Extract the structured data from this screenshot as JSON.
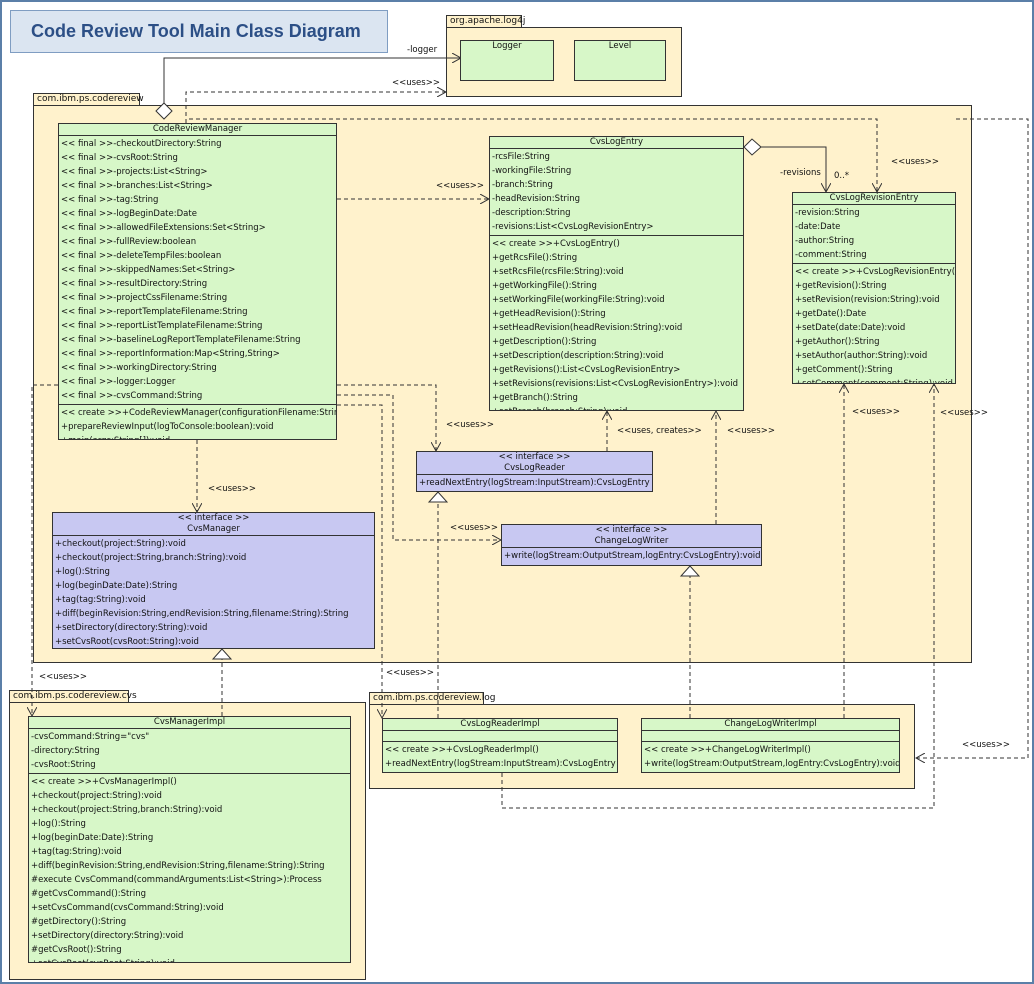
{
  "title": "Code Review Tool Main Class Diagram",
  "packages": {
    "log4j": "org.apache.log4j",
    "codereview": "com.ibm.ps.codereview",
    "cvs": "com.ibm.ps.codereview.cvs",
    "log": "com.ibm.ps.codereview.log"
  },
  "classes": {
    "logger": {
      "name": "Logger"
    },
    "level": {
      "name": "Level"
    },
    "codeReviewManager": {
      "name": "CodeReviewManager",
      "attributes": [
        "<< final >>-checkoutDirectory:String",
        "<< final >>-cvsRoot:String",
        "<< final >>-projects:List<String>",
        "<< final >>-branches:List<String>",
        "<< final >>-tag:String",
        "<< final >>-logBeginDate:Date",
        "<< final >>-allowedFileExtensions:Set<String>",
        "<< final >>-fullReview:boolean",
        "<< final >>-deleteTempFiles:boolean",
        "<< final >>-skippedNames:Set<String>",
        "<< final >>-resultDirectory:String",
        "<< final >>-projectCssFilename:String",
        "<< final >>-reportTemplateFilename:String",
        "<< final >>-reportListTemplateFilename:String",
        "<< final >>-baselineLogReportTemplateFilename:String",
        "<< final >>-reportInformation:Map<String,String>",
        "<< final >>-workingDirectory:String",
        "<< final >>-logger:Logger",
        "<< final >>-cvsCommand:String"
      ],
      "operations": [
        "<< create >>+CodeReviewManager(configurationFilename:String)",
        "+prepareReviewInput(logToConsole:boolean):void",
        "+main(args:String[]):void"
      ]
    },
    "cvsLogEntry": {
      "name": "CvsLogEntry",
      "attributes": [
        "-rcsFile:String",
        "-workingFile:String",
        "-branch:String",
        "-headRevision:String",
        "-description:String",
        "-revisions:List<CvsLogRevisionEntry>"
      ],
      "operations": [
        "<< create >>+CvsLogEntry()",
        "+getRcsFile():String",
        "+setRcsFile(rcsFile:String):void",
        "+getWorkingFile():String",
        "+setWorkingFile(workingFile:String):void",
        "+getHeadRevision():String",
        "+setHeadRevision(headRevision:String):void",
        "+getDescription():String",
        "+setDescription(description:String):void",
        "+getRevisions():List<CvsLogRevisionEntry>",
        "+setRevisions(revisions:List<CvsLogRevisionEntry>):void",
        "+getBranch():String",
        "+setBranch(branch:String):void"
      ]
    },
    "cvsLogRevisionEntry": {
      "name": "CvsLogRevisionEntry",
      "attributes": [
        "-revision:String",
        "-date:Date",
        "-author:String",
        "-comment:String"
      ],
      "operations": [
        "<< create >>+CvsLogRevisionEntry()",
        "+getRevision():String",
        "+setRevision(revision:String):void",
        "+getDate():Date",
        "+setDate(date:Date):void",
        "+getAuthor():String",
        "+setAuthor(author:String):void",
        "+getComment():String",
        "+setComment(comment:String):void"
      ]
    },
    "cvsLogReader": {
      "stereotype": "<< interface >>",
      "name": "CvsLogReader",
      "operations": [
        "+readNextEntry(logStream:InputStream):CvsLogEntry"
      ]
    },
    "changeLogWriter": {
      "stereotype": "<< interface >>",
      "name": "ChangeLogWriter",
      "operations": [
        "+write(logStream:OutputStream,logEntry:CvsLogEntry):void"
      ]
    },
    "cvsManager": {
      "stereotype": "<< interface >>",
      "name": "CvsManager",
      "operations": [
        "+checkout(project:String):void",
        "+checkout(project:String,branch:String):void",
        "+log():String",
        "+log(beginDate:Date):String",
        "+tag(tag:String):void",
        "+diff(beginRevision:String,endRevision:String,filename:String):String",
        "+setDirectory(directory:String):void",
        "+setCvsRoot(cvsRoot:String):void"
      ]
    },
    "cvsManagerImpl": {
      "name": "CvsManagerImpl",
      "attributes": [
        "-cvsCommand:String=\"cvs\"",
        "-directory:String",
        "-cvsRoot:String"
      ],
      "operations": [
        "<< create >>+CvsManagerImpl()",
        "+checkout(project:String):void",
        "+checkout(project:String,branch:String):void",
        "+log():String",
        "+log(beginDate:Date):String",
        "+tag(tag:String):void",
        "+diff(beginRevision:String,endRevision:String,filename:String):String",
        "#execute CvsCommand(commandArguments:List<String>):Process",
        "#getCvsCommand():String",
        "+setCvsCommand(cvsCommand:String):void",
        "#getDirectory():String",
        "+setDirectory(directory:String):void",
        "#getCvsRoot():String",
        "+setCvsRoot(cvsRoot:String):void"
      ]
    },
    "cvsLogReaderImpl": {
      "name": "CvsLogReaderImpl",
      "operations": [
        "<< create >>+CvsLogReaderImpl()",
        "+readNextEntry(logStream:InputStream):CvsLogEntry"
      ]
    },
    "changeLogWriterImpl": {
      "name": "ChangeLogWriterImpl",
      "operations": [
        "<< create >>+ChangeLogWriterImpl()",
        "+write(logStream:OutputStream,logEntry:CvsLogEntry):void"
      ]
    }
  },
  "labels": {
    "logger": "-logger",
    "uses": "<<uses>>",
    "usesCreates": "<<uses, creates>>",
    "revisions": "-revisions",
    "multiplicity": "0..*"
  }
}
